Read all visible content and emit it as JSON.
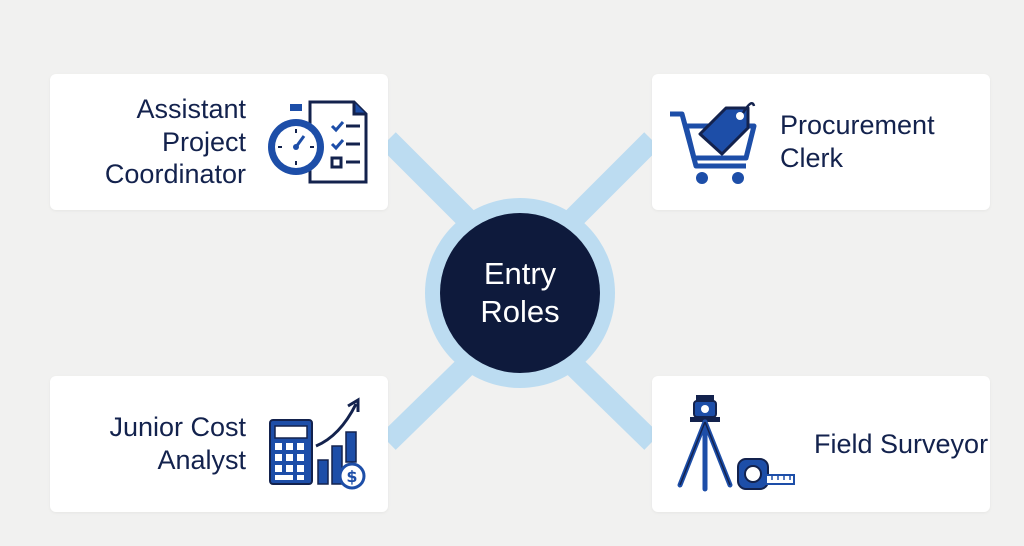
{
  "colors": {
    "background": "#f1f1f0",
    "hub_fill": "#0e1a3c",
    "hub_ring": "#bcdcf1",
    "connector": "#bcdcf1",
    "card": "#ffffff",
    "label_text": "#13224d",
    "icon_blue": "#1d4ea8"
  },
  "hub": {
    "lines": [
      "Entry",
      "Roles"
    ]
  },
  "roles": [
    {
      "lines": [
        "Assistant",
        "Project",
        "Coordinator"
      ],
      "icon": "stopwatch-checklist-icon"
    },
    {
      "lines": [
        "Procurement",
        "Clerk"
      ],
      "icon": "shopping-cart-tag-icon"
    },
    {
      "lines": [
        "Junior Cost",
        "Analyst"
      ],
      "icon": "calculator-chart-icon"
    },
    {
      "lines": [
        "Field Surveyor"
      ],
      "icon": "tripod-tape-measure-icon"
    }
  ]
}
